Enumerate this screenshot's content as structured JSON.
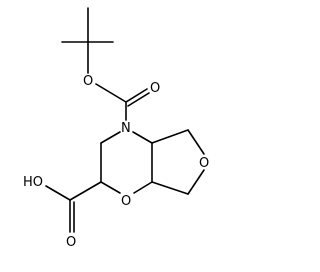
{
  "molecule": {
    "atoms": {
      "o_ester": "O",
      "o_carbonyl": "O",
      "n_ring": "N",
      "o_ring": "O",
      "o_furan": "O",
      "acid_oh": "HO",
      "acid_o": "O"
    }
  }
}
